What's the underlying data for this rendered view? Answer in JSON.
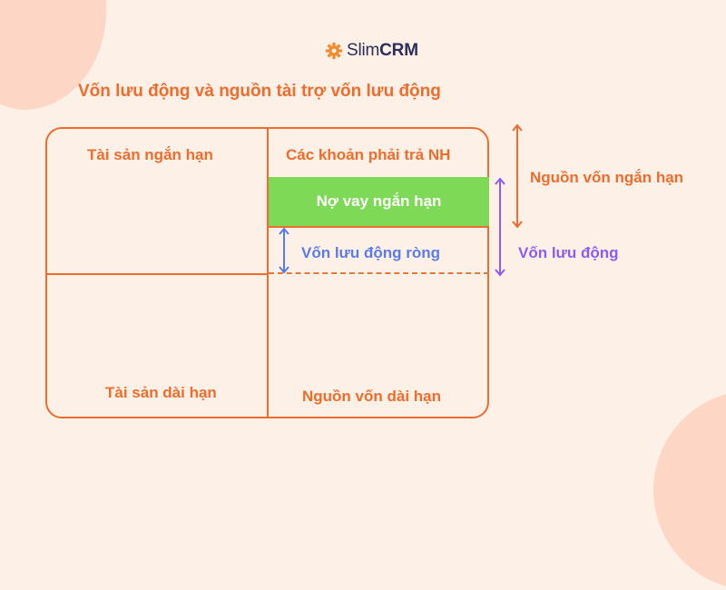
{
  "brand": {
    "icon": "gear-icon",
    "name_light": "Slim",
    "name_bold": "CRM",
    "icon_color": "#f28a2e",
    "text_color": "#2b2d5a"
  },
  "title": "Vốn lưu động và nguồn tài trợ vốn lưu động",
  "diagram": {
    "left_column": {
      "top_label": "Tài sản ngắn hạn",
      "bottom_label": "Tài sản dài hạn"
    },
    "right_column": {
      "payables_label": "Các khoản phải trả NH",
      "short_loan_label": "Nợ vay ngắn hạn",
      "net_working_capital_label": "Vốn lưu động ròng",
      "long_term_label": "Nguồn vốn dài hạn"
    },
    "side_labels": {
      "short_term_sources": "Nguồn vốn ngắn hạn",
      "working_capital": "Vốn lưu động"
    }
  },
  "colors": {
    "background": "#fdf1e7",
    "accent_orange": "#ee6c2c",
    "green_fill": "#7ed957",
    "blue": "#5b7be8",
    "purple": "#8c5cf0",
    "blob": "#fdd6c6"
  }
}
